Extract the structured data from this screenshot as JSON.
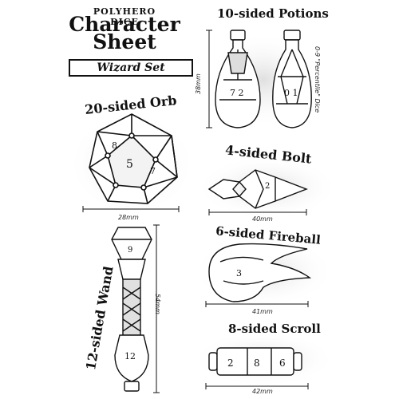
{
  "header": {
    "brand": "POLYHERO DICE",
    "title_line1": "Character",
    "title_line2": "Sheet",
    "set_label": "Wizard Set"
  },
  "sections": {
    "potions": {
      "title": "10-sided Potions",
      "height": "38mm",
      "side_note": "0-9 \"Percentile\" Dice"
    },
    "orb": {
      "title": "20-sided Orb",
      "width": "28mm"
    },
    "bolt": {
      "title": "4-sided Bolt",
      "width": "40mm"
    },
    "wand": {
      "title": "12-sided Wand",
      "height": "54mm"
    },
    "fireball": {
      "title": "6-sided Fireball",
      "width": "41mm"
    },
    "scroll": {
      "title": "8-sided Scroll",
      "width": "42mm"
    }
  },
  "colors": {
    "ink": "#111111",
    "paper": "#ffffff",
    "shade": "#e6e6e6"
  }
}
